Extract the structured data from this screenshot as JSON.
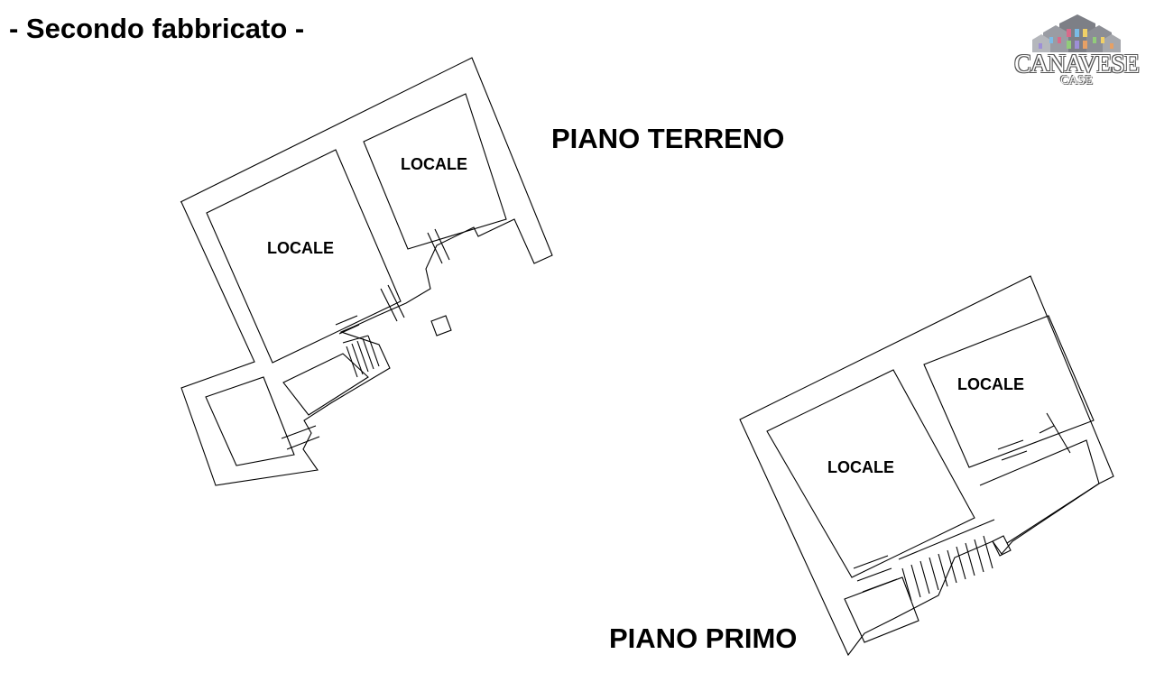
{
  "title": "- Secondo fabbricato -",
  "logo": {
    "name": "CANAVESE",
    "sub": "CASE"
  },
  "floors": {
    "terreno": {
      "heading": "PIANO TERRENO",
      "rooms": [
        "LOCALE",
        "LOCALE"
      ]
    },
    "primo": {
      "heading": "PIANO PRIMO",
      "rooms": [
        "LOCALE",
        "LOCALE"
      ]
    }
  },
  "colors": {
    "line": "#000000",
    "background": "#ffffff"
  }
}
